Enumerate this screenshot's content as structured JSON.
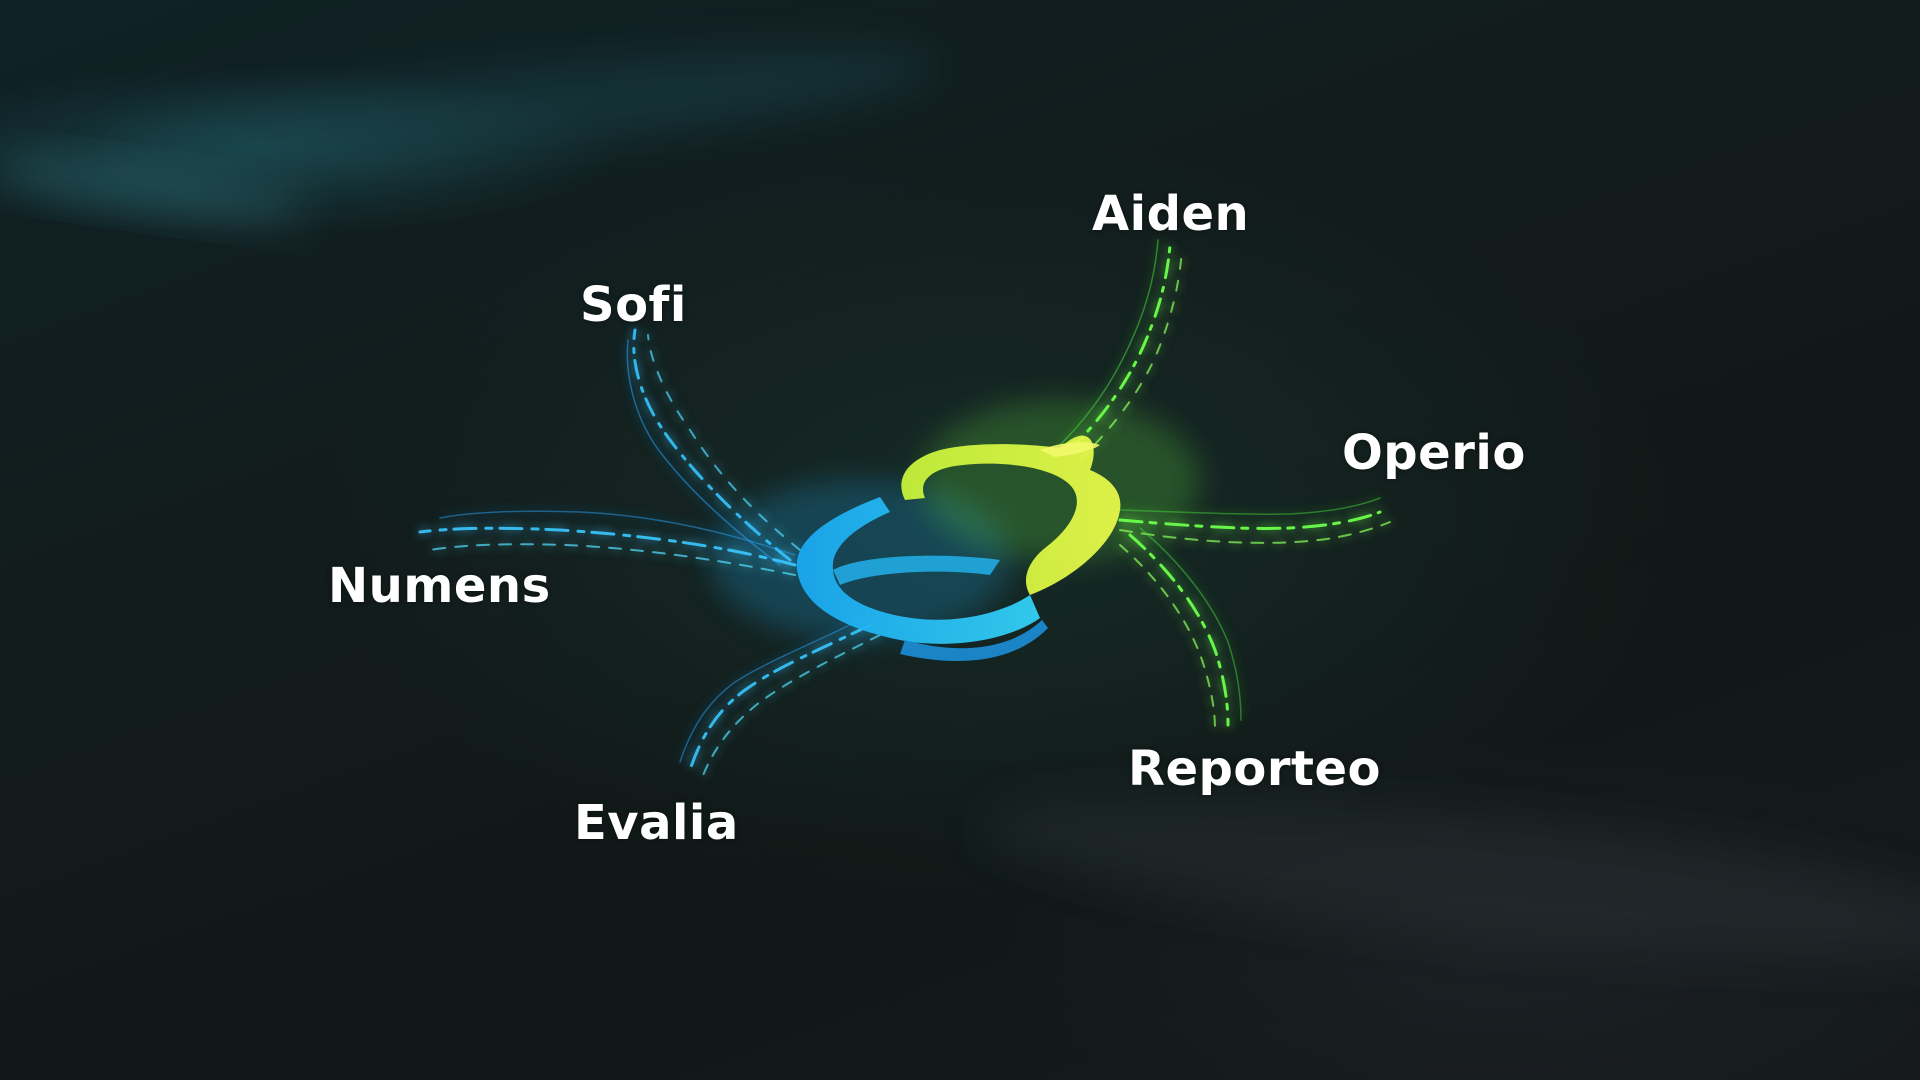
{
  "products": [
    {
      "name": "Aiden"
    },
    {
      "name": "Sofi"
    },
    {
      "name": "Operio"
    },
    {
      "name": "Numens"
    },
    {
      "name": "Reporteo"
    },
    {
      "name": "Evalia"
    }
  ],
  "colors": {
    "background": "#111817",
    "blue_accent": "#1fb3f0",
    "green_accent": "#5df04a",
    "yellow_green": "#c8f03a",
    "label_text": "#ffffff"
  },
  "logo": {
    "icon": "s-ribbon-logo-icon"
  }
}
